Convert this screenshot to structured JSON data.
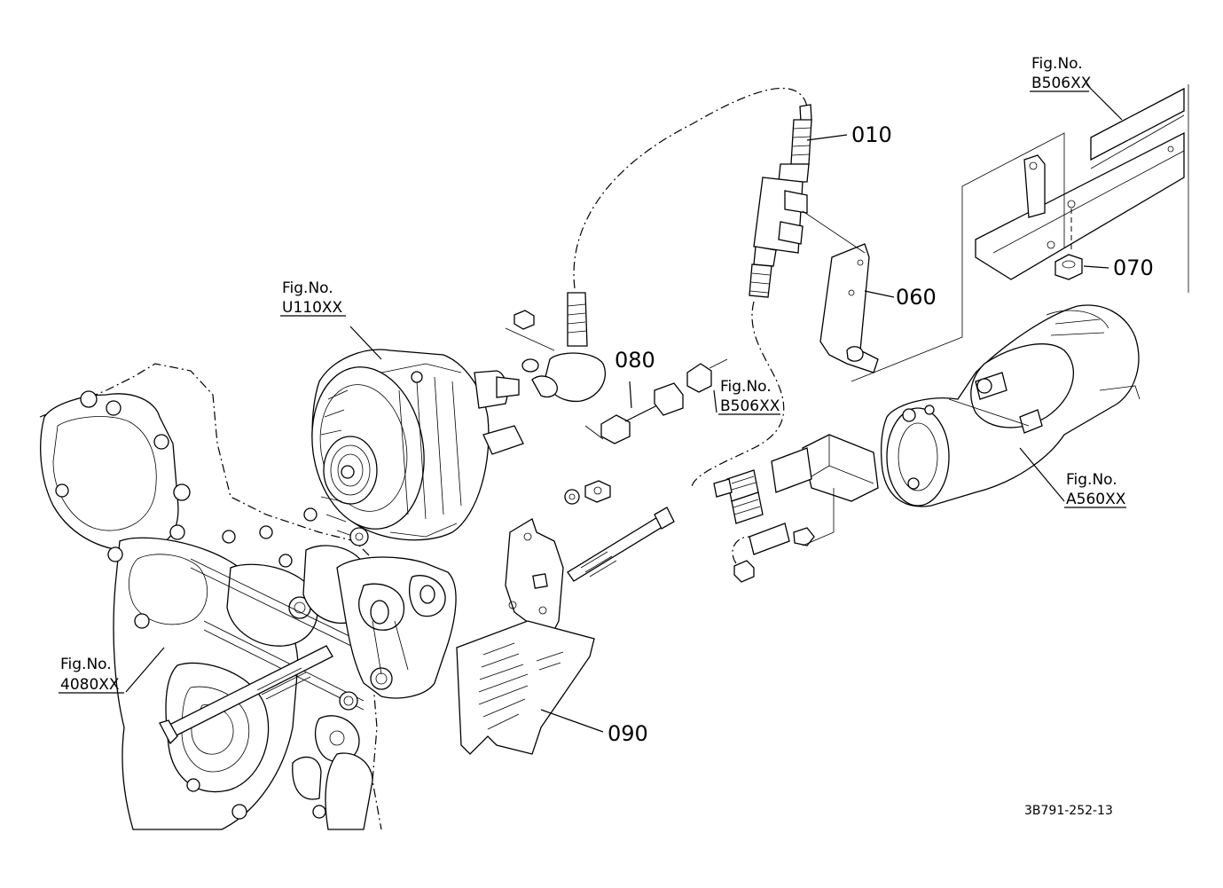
{
  "callouts": {
    "c010": "010",
    "c060": "060",
    "c070": "070",
    "c080": "080",
    "c090": "090"
  },
  "fig_refs": {
    "prefix": "Fig.No.",
    "b506_top": "B506XX",
    "u110": "U110XX",
    "b506_mid": "B506XX",
    "a560": "A560XX",
    "f4080": "4080XX"
  },
  "drawing_code": "3B791-252-13"
}
